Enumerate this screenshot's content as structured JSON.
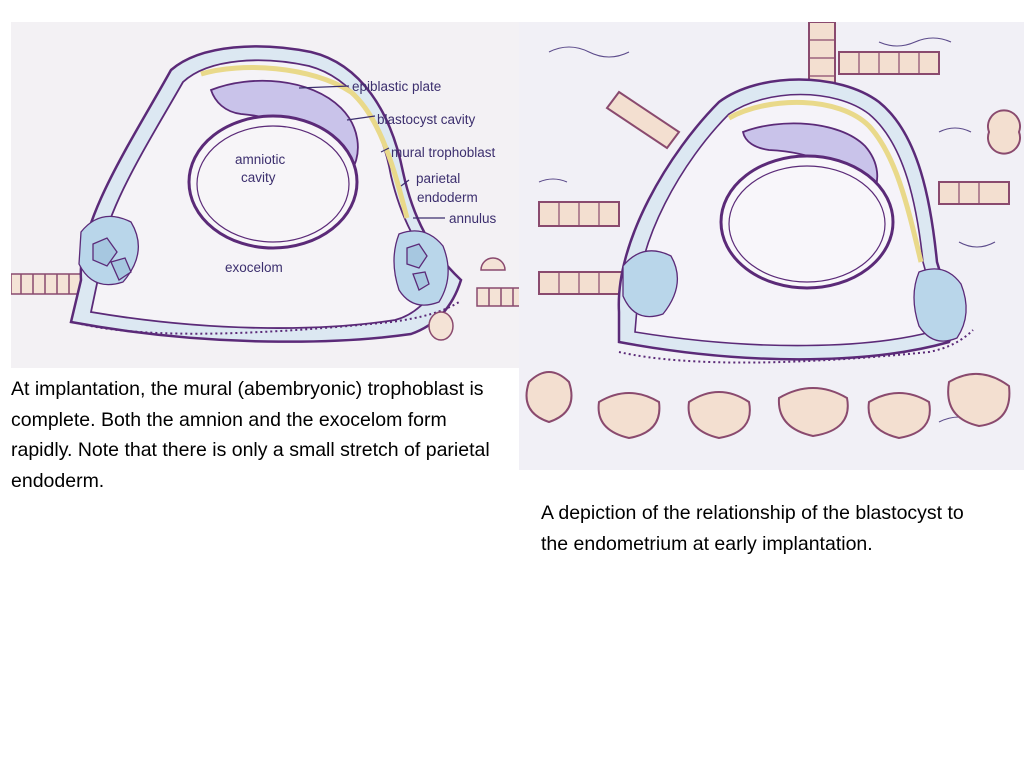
{
  "diagram": {
    "labels": {
      "epiblastic_plate": "epiblastic plate",
      "blastocyst_cavity": "blastocyst cavity",
      "mural_trophoblast": "mural trophoblast",
      "parietal": "parietal",
      "endoderm": "endoderm",
      "annulus": "annulus",
      "amniotic": "amniotic",
      "cavity": "cavity",
      "exocelom": "exocelom"
    }
  },
  "captions": {
    "left": "At implantation, the mural (abembryonic) trophoblast is complete. Both the amnion and the exocelom form rapidly. Note that there is only a small stretch of parietal endoderm.",
    "right": "A depiction of the relationship of the blastocyst to the endometrium at early implantation."
  },
  "colors": {
    "outline": "#5b2a78",
    "trophoblast_fill": "#b9d6ea",
    "epiblast_fill": "#c9c3ea",
    "endoderm_yellow": "#e9d98a",
    "gland_fill": "#f3dfd0",
    "label_text": "#3c2f6e"
  }
}
